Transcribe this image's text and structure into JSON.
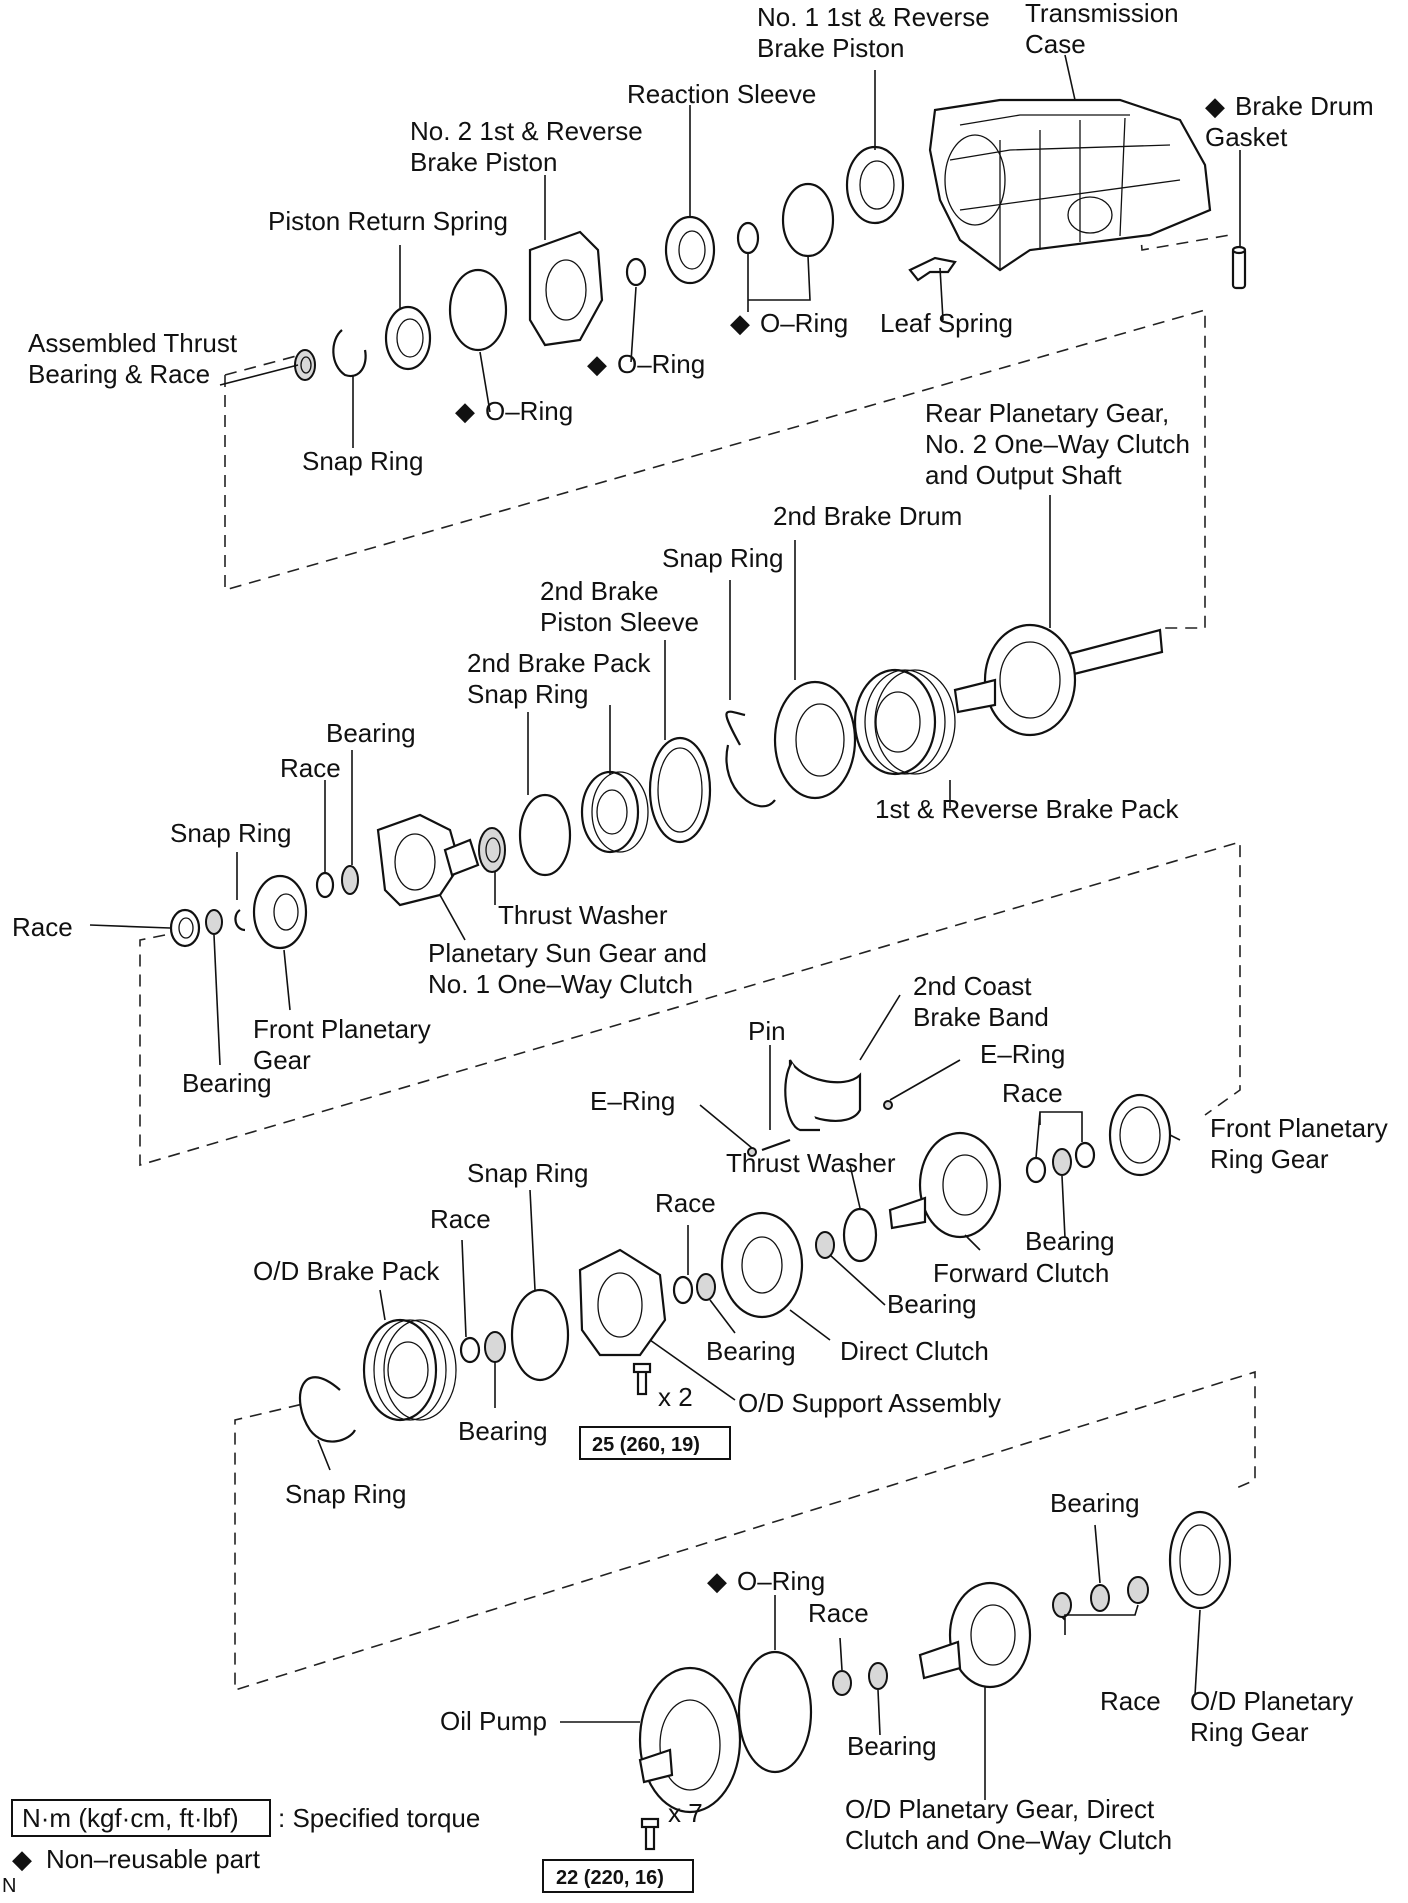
{
  "labels": {
    "no1_brake_piston_l1": "No. 1 1st & Reverse",
    "no1_brake_piston_l2": "Brake Piston",
    "trans_case_l1": "Transmission",
    "trans_case_l2": "Case",
    "brake_drum_gasket_l1": "Brake Drum",
    "brake_drum_gasket_l2": "Gasket",
    "reaction_sleeve": "Reaction Sleeve",
    "no2_brake_piston_l1": "No. 2 1st & Reverse",
    "no2_brake_piston_l2": "Brake Piston",
    "piston_return_spring": "Piston Return Spring",
    "assembled_thrust_l1": "Assembled Thrust",
    "assembled_thrust_l2": "Bearing & Race",
    "snap_ring_1": "Snap Ring",
    "oring_1": "O–Ring",
    "oring_2": "O–Ring",
    "oring_3": "O–Ring",
    "leaf_spring": "Leaf Spring",
    "rear_planetary_l1": "Rear Planetary Gear,",
    "rear_planetary_l2": "No. 2 One–Way Clutch",
    "rear_planetary_l3": "and Output Shaft",
    "second_brake_drum": "2nd Brake Drum",
    "snap_ring_2": "Snap Ring",
    "second_brake_piston_sleeve_l1": "2nd Brake",
    "second_brake_piston_sleeve_l2": "Piston Sleeve",
    "second_brake_pack_snap_l1": "2nd Brake Pack",
    "second_brake_pack_snap_l2": "Snap Ring",
    "bearing_1": "Bearing",
    "race_1": "Race",
    "snap_ring_3": "Snap Ring",
    "race_2": "Race",
    "first_reverse_brake_pack": "1st & Reverse Brake Pack",
    "thrust_washer_1": "Thrust Washer",
    "sun_gear_l1": "Planetary Sun Gear and",
    "sun_gear_l2": "No. 1 One–Way Clutch",
    "front_planetary_gear_l1": "Front Planetary",
    "front_planetary_gear_l2": "Gear",
    "bearing_2": "Bearing",
    "second_coast_band_l1": "2nd Coast",
    "second_coast_band_l2": "Brake Band",
    "pin": "Pin",
    "e_ring_1": "E–Ring",
    "e_ring_2": "E–Ring",
    "race_3": "Race",
    "front_planetary_ring_l1": "Front Planetary",
    "front_planetary_ring_l2": "Ring Gear",
    "thrust_washer_2": "Thrust Washer",
    "snap_ring_4": "Snap Ring",
    "race_4": "Race",
    "race_5": "Race",
    "bearing_3": "Bearing",
    "forward_clutch": "Forward Clutch",
    "od_brake_pack": "O/D Brake Pack",
    "bearing_4": "Bearing",
    "bearing_5": "Bearing",
    "direct_clutch": "Direct Clutch",
    "od_support": "O/D Support Assembly",
    "x2": "x 2",
    "torque_1": "25 (260, 19)",
    "bearing_6": "Bearing",
    "snap_ring_5": "Snap Ring",
    "bearing_7": "Bearing",
    "oring_4": "O–Ring",
    "race_6": "Race",
    "oil_pump": "Oil Pump",
    "race_7": "Race",
    "od_planetary_ring_l1": "O/D Planetary",
    "od_planetary_ring_l2": "Ring Gear",
    "bearing_8": "Bearing",
    "od_planetary_gear_l1": "O/D Planetary Gear, Direct",
    "od_planetary_gear_l2": "Clutch and One–Way Clutch",
    "x7": "x 7",
    "torque_2": "22 (220, 16)",
    "legend_units": "N·m (kgf·cm, ft·lbf)",
    "legend_specified": ": Specified torque",
    "legend_nonreusable": "Non–reusable part",
    "corner_mark": "N"
  },
  "symbols": {
    "non_reusable": "◆"
  }
}
